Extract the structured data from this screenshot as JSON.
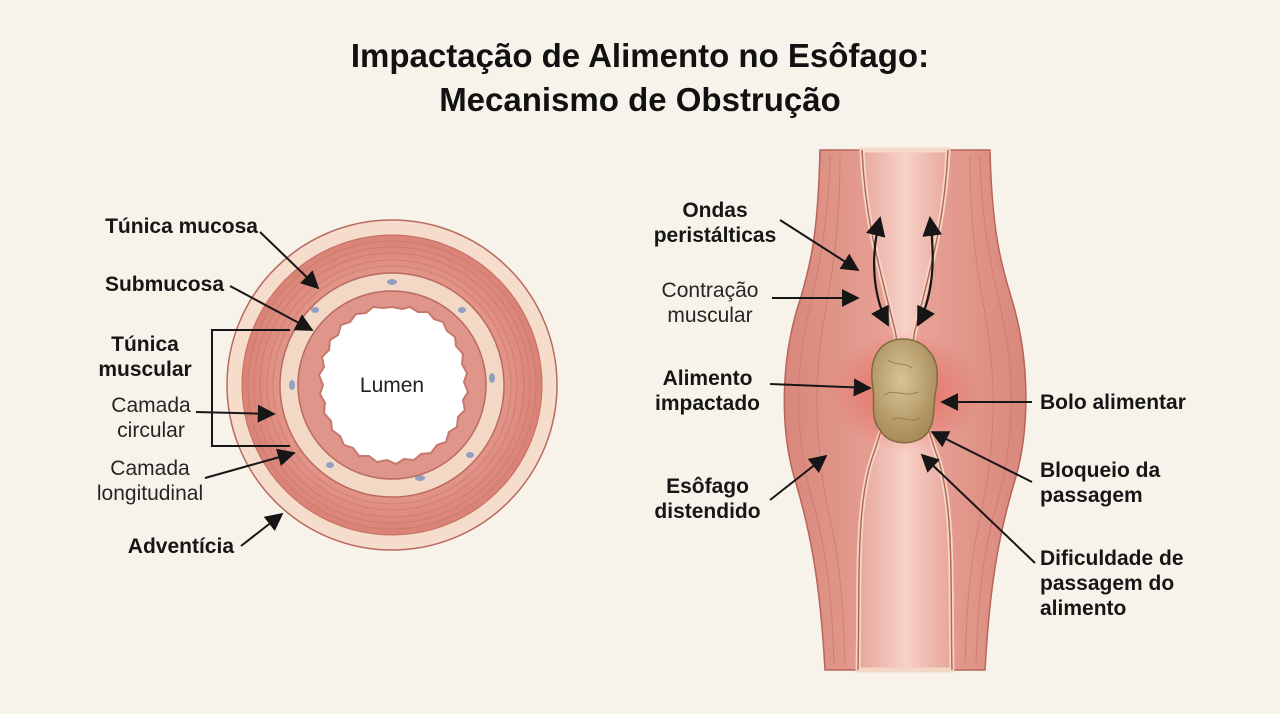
{
  "title": {
    "line1": "Impactação de Alimento no Esôfago:",
    "line2": "Mecanismo de Obstrução"
  },
  "cross_section": {
    "lumen": "Lumen",
    "labels": {
      "tunica_mucosa": "Túnica mucosa",
      "submucosa": "Submucosa",
      "tunica_muscular_1": "Túnica",
      "tunica_muscular_2": "muscular",
      "camada_circular_1": "Camada",
      "camada_circular_2": "circular",
      "camada_longitudinal_1": "Camada",
      "camada_longitudinal_2": "longitudinal",
      "adventicia": "Adventícia"
    }
  },
  "longitudinal": {
    "labels": {
      "ondas_1": "Ondas",
      "ondas_2": "peristálticas",
      "contracao_1": "Contração",
      "contracao_2": "muscular",
      "alimento_1": "Alimento",
      "alimento_2": "impactado",
      "esofago_1": "Esôfago",
      "esofago_2": "distendido",
      "bolo": "Bolo alimentar",
      "bloqueio_1": "Bloqueio da",
      "bloqueio_2": "passagem",
      "dificuldade_1": "Dificuldade de",
      "dificuldade_2": "passagem do",
      "dificuldade_3": "alimento"
    }
  },
  "colors": {
    "background": "#f8f3ea",
    "muscle": "#e3958a",
    "muscle_dark": "#c96e64",
    "submucosa": "#f3d8c6",
    "mucosa": "#de8f84",
    "lumen": "#ffffff",
    "bolus": "#bfa574",
    "inflammation": "#e5544e"
  }
}
